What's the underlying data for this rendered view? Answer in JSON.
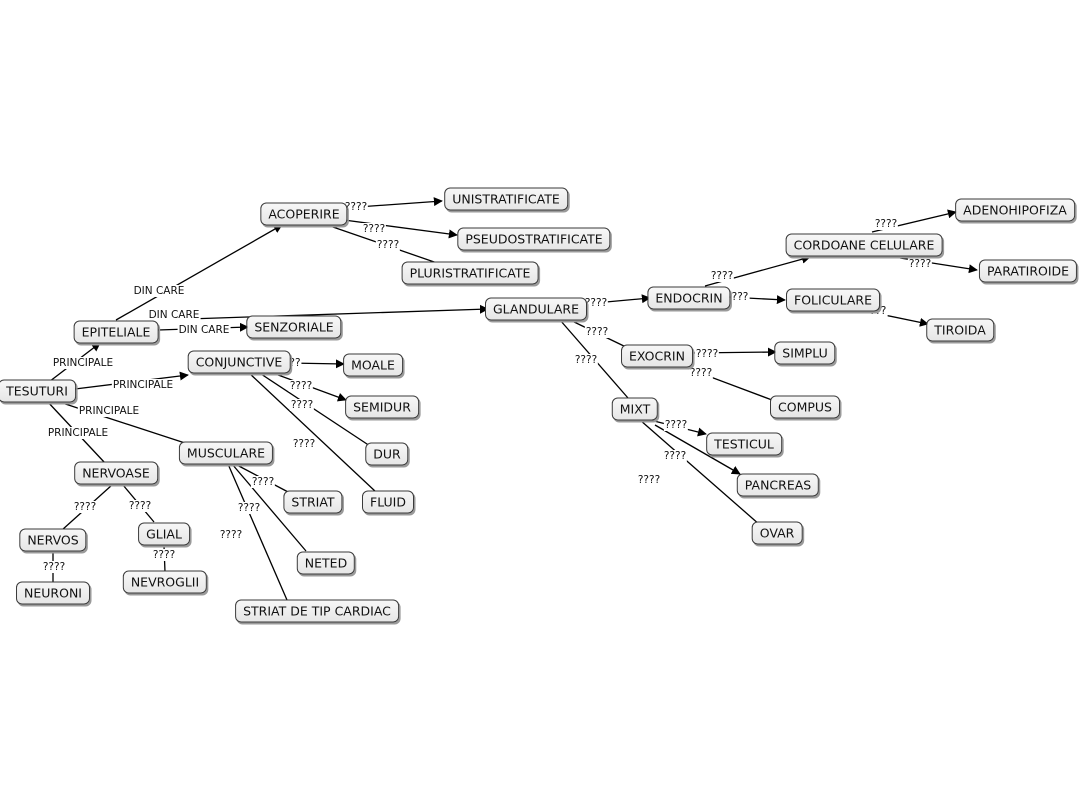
{
  "diagram": {
    "nodes": {
      "tesuturi": "TESUTURI",
      "epiteliale": "EPITELIALE",
      "acoperire": "ACOPERIRE",
      "unistratificate": "UNISTRATIFICATE",
      "pseudostratificate": "PSEUDOSTRATIFICATE",
      "pluristratificate": "PLURISTRATIFICATE",
      "senzoriale": "SENZORIALE",
      "glandulare": "GLANDULARE",
      "endocrin": "ENDOCRIN",
      "cordoane_celulare": "CORDOANE CELULARE",
      "adenohipofiza": "ADENOHIPOFIZA",
      "paratiroide": "PARATIROIDE",
      "foliculare": "FOLICULARE",
      "tiroida": "TIROIDA",
      "exocrin": "EXOCRIN",
      "simplu": "SIMPLU",
      "compus": "COMPUS",
      "mixt": "MIXT",
      "testicul": "TESTICUL",
      "pancreas": "PANCREAS",
      "ovar": "OVAR",
      "conjunctive": "CONJUNCTIVE",
      "moale": "MOALE",
      "semidur": "SEMIDUR",
      "dur": "DUR",
      "fluid": "FLUID",
      "musculare": "MUSCULARE",
      "striat": "STRIAT",
      "neted": "NETED",
      "striat_cardiac": "STRIAT DE TIP CARDIAC",
      "nervoase": "NERVOASE",
      "nervos": "NERVOS",
      "neuroni": "NEURONI",
      "glial": "GLIAL",
      "nevroglii": "NEVROGLII"
    },
    "edge_labels": {
      "principale": "PRINCIPALE",
      "din_care": "DIN CARE",
      "unknown": "????",
      "partial_a": "??",
      "partial_b": "???"
    }
  }
}
